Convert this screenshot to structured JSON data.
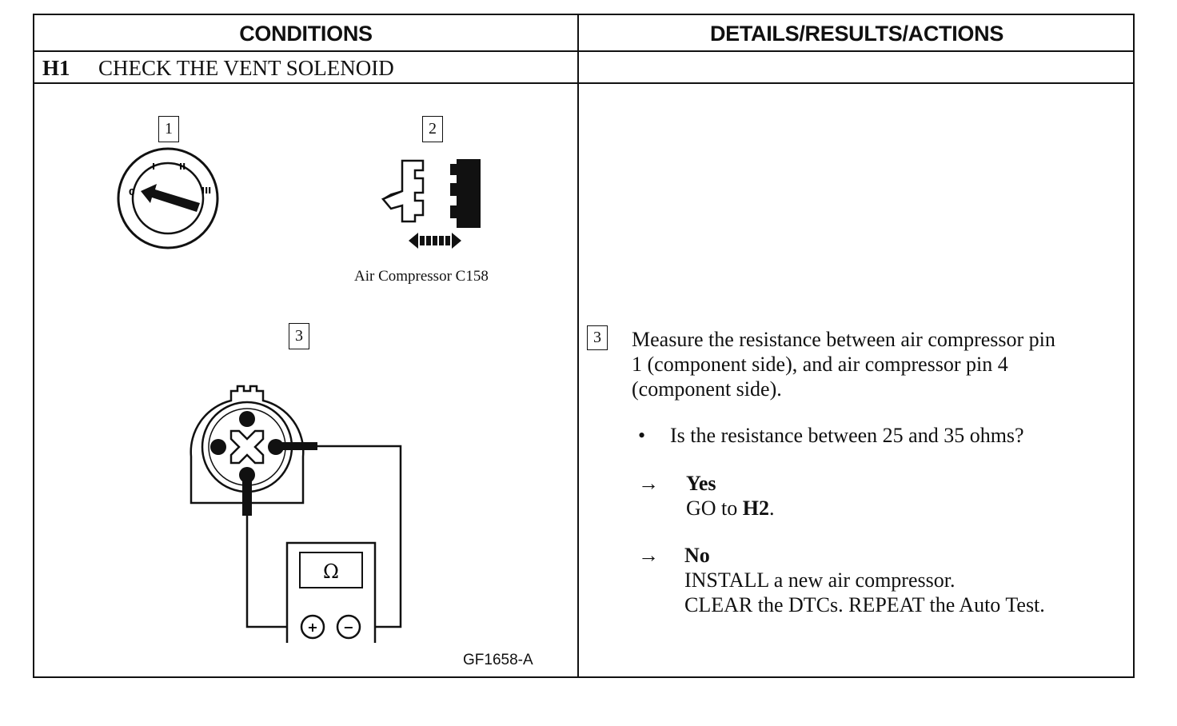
{
  "header": {
    "conditions": "CONDITIONS",
    "details": "DETAILS/RESULTS/ACTIONS"
  },
  "step": {
    "id": "H1",
    "title": "CHECK THE VENT SOLENOID"
  },
  "conditions": {
    "callout_1": "1",
    "callout_2": "2",
    "callout_3": "3",
    "switch_positions": [
      "0",
      "I",
      "II",
      "III"
    ],
    "connector_label": "Air Compressor C158",
    "meter_symbol": "Ω",
    "meter_plus": "+",
    "meter_minus": "−",
    "figure_id": "GF1658-A",
    "icons": [
      "ignition-switch-icon",
      "connector-disconnect-icon",
      "arrow-both-icon",
      "ohmmeter-icon"
    ]
  },
  "details": {
    "callout_3": "3",
    "measure_lines": [
      "Measure the resistance between air compressor pin",
      "1 (component side), and air compressor pin 4",
      "(component side)."
    ],
    "bullet": "•",
    "question": "Is the resistance between 25 and 35 ohms?",
    "arrow": "→",
    "yes": {
      "label": "Yes",
      "go_prefix": "GO to ",
      "go_target": "H2",
      "go_suffix": "."
    },
    "no": {
      "label": "No",
      "line1": "INSTALL a new air compressor.",
      "line2": "CLEAR the DTCs.  REPEAT the Auto Test."
    }
  }
}
